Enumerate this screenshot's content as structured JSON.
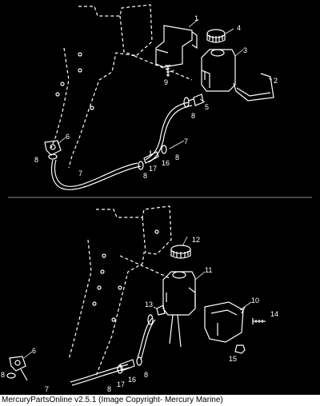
{
  "footer_text": "MercuryPartsOnline v2.5.1 (Image Copyright- Mercury Marine)",
  "callouts": {
    "c1": "1",
    "c2": "2",
    "c3": "3",
    "c4": "4",
    "c5": "5",
    "c6": "6",
    "c7a": "7",
    "c7b": "7",
    "c8a": "8",
    "c8b": "8",
    "c8c": "8",
    "c8d": "8",
    "c9": "9",
    "c16a": "16",
    "c17a": "17",
    "c12": "12",
    "c11": "11",
    "c10": "10",
    "c13": "13",
    "c14": "14",
    "c15": "15",
    "c6b": "6",
    "c8e": "8",
    "c7c": "7",
    "c8f": "8",
    "c17b": "17",
    "c16b": "16",
    "c8g": "8"
  }
}
